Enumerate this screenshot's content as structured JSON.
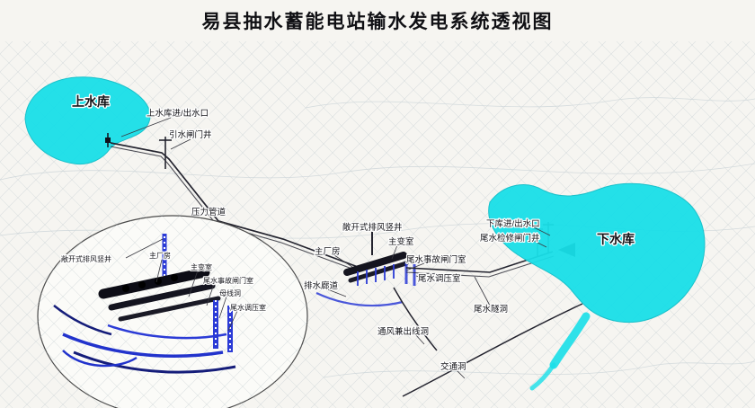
{
  "title": "易县抽水蓄能电站输水发电系统透视图",
  "colors": {
    "water": "#19dfe8",
    "tunnel_dark": "#23232e",
    "tunnel_blue": "#2b3bd6",
    "background": "#f6f5f1"
  },
  "reservoirs": {
    "upper": "上水库",
    "lower": "下水库"
  },
  "main_labels": {
    "upper_inlet_outlet": "上水库进/出水口",
    "diversion_gate_shaft": "引水闸门井",
    "pressure_pipeline": "压力管道",
    "open_vent_shaft": "敞开式排风竖井",
    "main_transformer_room": "主变室",
    "main_powerhouse": "主厂房",
    "tailwater_emergency_gate_room": "尾水事故闸门室",
    "tailwater_surge_chamber": "尾水调压室",
    "drainage_gallery": "排水廊道",
    "tailwater_tunnel": "尾水隧洞",
    "lower_inlet_outlet": "下库进/出水口",
    "tailwater_maintenance_gate_shaft": "尾水检修闸门井",
    "vent_outgoing_line_tunnel": "通风兼出线洞",
    "traffic_tunnel": "交通洞"
  },
  "inset_labels": {
    "open_vent_shaft": "敞开式排风竖井",
    "main_powerhouse": "主厂房",
    "main_transformer_room": "主变室",
    "tailwater_emergency_gate_room": "尾水事故闸门室",
    "busbar_tunnel": "母线洞",
    "tailwater_surge_chamber": "尾水调压室"
  }
}
